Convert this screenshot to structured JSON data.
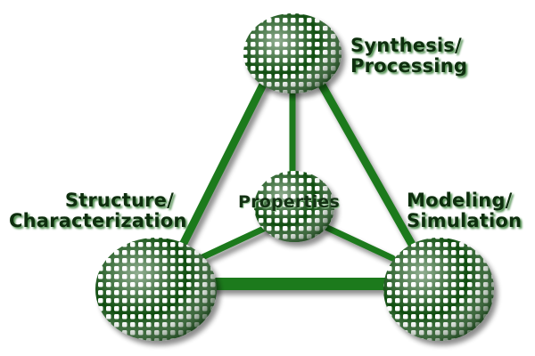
{
  "nodes": {
    "synthesis": {
      "line1": "Synthesis/",
      "line2": "Processing"
    },
    "structure": {
      "line1": "Structure/",
      "line2": "Characterization"
    },
    "modeling": {
      "line1": "Modeling/",
      "line2": "Simulation"
    },
    "properties": {
      "label": "Properties"
    }
  },
  "colors": {
    "connector": "#1f7a1f",
    "connector_dark": "#0b3d0b",
    "sphere_dark": "#0f4d0f",
    "sphere_light": "#ffffff",
    "label_text": "#0e2e0e"
  }
}
